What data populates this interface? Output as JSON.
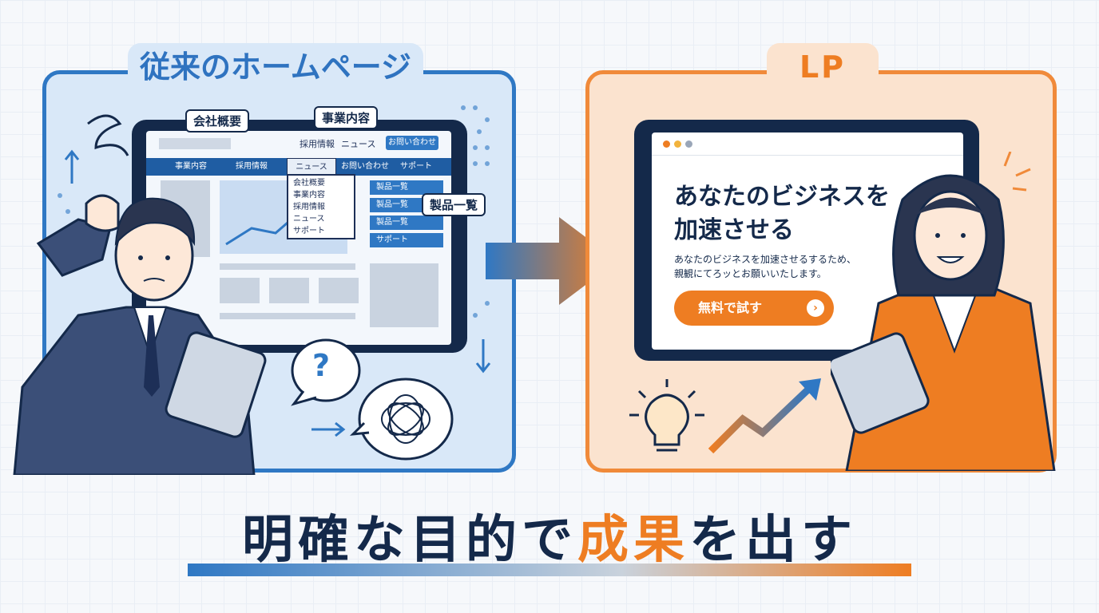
{
  "left_panel": {
    "title": "従来のホームページ",
    "callouts": {
      "company": "会社概要",
      "business": "事業内容",
      "products": "製品一覧"
    },
    "site": {
      "top_links": [
        "採用情報",
        "ニュース"
      ],
      "contact_button": "お問い合わせ",
      "nav": [
        "事業内容",
        "採用情報",
        "ニュース",
        "お問い合わせ",
        "サポート"
      ],
      "dropdown": [
        "会社概要",
        "事業内容",
        "採用情報",
        "ニュース",
        "サポート"
      ],
      "side_buttons": [
        "製品一覧",
        "製品一覧",
        "製品一覧",
        "サポート"
      ]
    },
    "question_mark": "?"
  },
  "right_panel": {
    "title": "LP",
    "headline": "あなたのビジネスを\n加速させる",
    "subtext": "あなたのビジネスを加速させるするため、\n親観にてろッとお願いいたします。",
    "cta_label": "無料で試す",
    "cta_arrow": "›"
  },
  "arrow_colors": {
    "start": "#2f78c4",
    "end": "#ee7d22"
  },
  "headline": {
    "part1": "明確な目的で",
    "accent": "成果",
    "part2": "を出す"
  },
  "colors": {
    "blue": "#2f78c4",
    "orange": "#ee7d22",
    "navy": "#14294a"
  }
}
